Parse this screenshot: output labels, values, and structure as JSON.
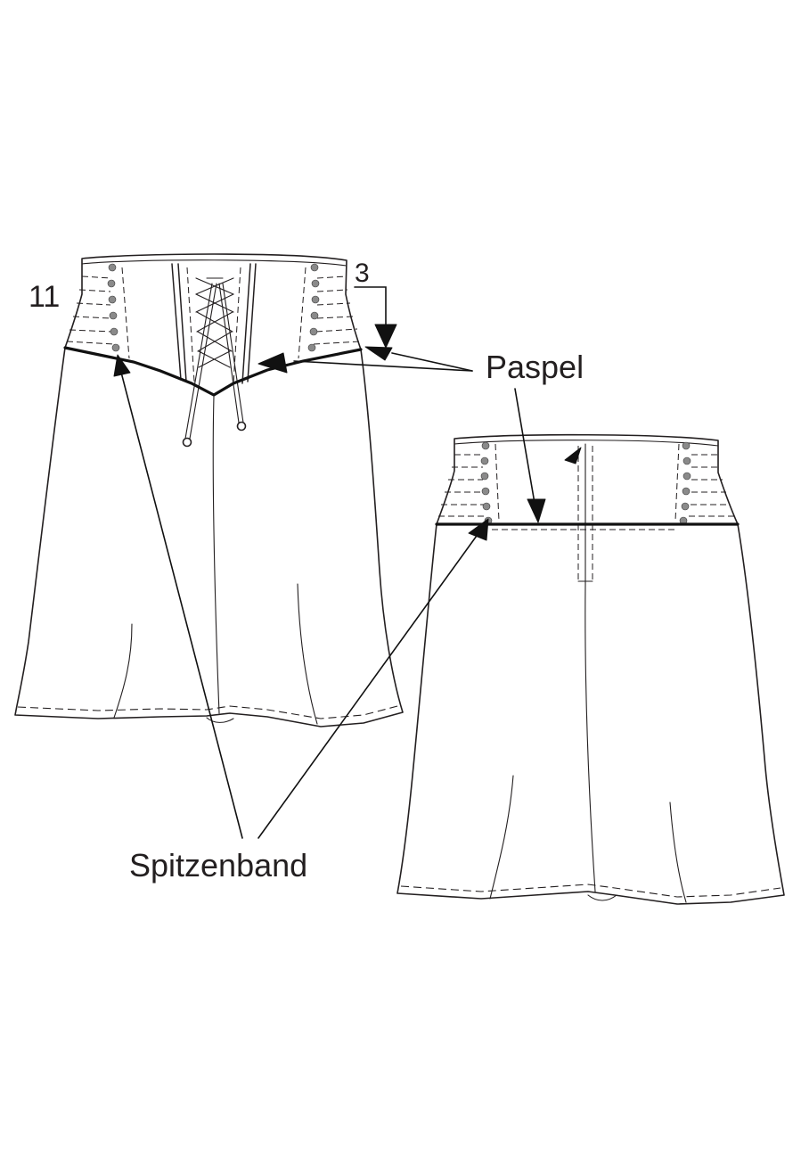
{
  "labels": {
    "piece_number": "11",
    "measure_value": "3",
    "piping": "Paspel",
    "lace_trim": "Spitzenband"
  },
  "colors": {
    "line": "#231f20",
    "fill": "#ffffff",
    "trim_shade": "#8a8a8a"
  },
  "views": [
    "front-skirt-with-lacing",
    "back-skirt-with-zipper"
  ]
}
